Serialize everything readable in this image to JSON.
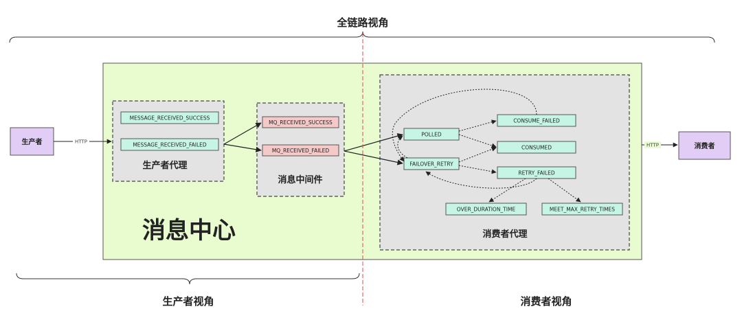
{
  "titles": {
    "full_chain": "全链路视角",
    "producer_view": "生产者视角",
    "consumer_view": "消费者视角",
    "message_center": "消息中心",
    "producer_proxy": "生产者代理",
    "middleware": "消息中间件",
    "consumer_proxy": "消费者代理"
  },
  "actors": {
    "producer": "生产者",
    "consumer": "消费者"
  },
  "edges": {
    "http_in": "HTTP",
    "http_out": "HTTP"
  },
  "states": {
    "msg_success": "MESSAGE_RECEIVED_SUCCESS",
    "msg_failed": "MESSAGE_RECEIVED_FAILED",
    "mq_success": "MQ_RECEIVED_SUCCESS",
    "mq_failed": "MQ_RECEIVED_FAILED",
    "polled": "POLLED",
    "failover_retry": "FAILOVER_RETRY",
    "consume_failed": "CONSUME_FAILED",
    "consumed": "CONSUMED",
    "retry_failed": "RETRY_FAILED",
    "over_duration": "OVER_DURATION_TIME",
    "meet_max_retry": "MEET_MAX_RETRY_TIMES"
  },
  "colors": {
    "message_center_bg": "#e8fcd0",
    "proxy_bg": "#e3e3e3",
    "state_green": "#c6f5e6",
    "state_red": "#f6c9c9",
    "actor_purple": "#e2cdf6",
    "divider_red": "#e24a4a"
  }
}
